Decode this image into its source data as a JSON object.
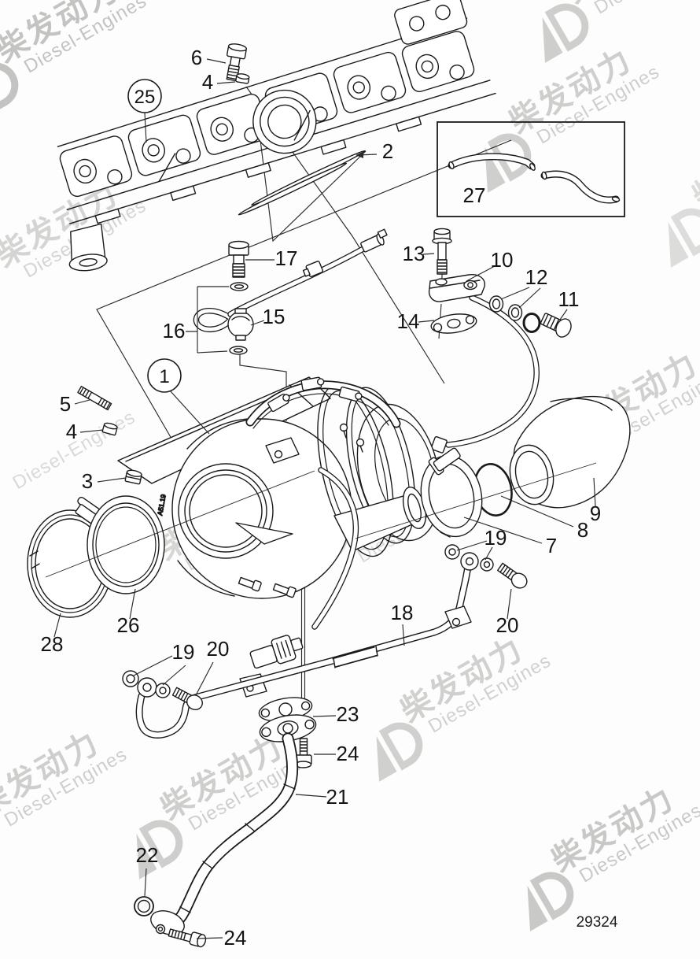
{
  "figure": {
    "part_number": "29324",
    "housing_marking": "A51.19"
  },
  "watermark": {
    "cn": "柴发动力",
    "en": "Diesel-Engines",
    "logo": "D"
  },
  "callouts": [
    {
      "label": "6"
    },
    {
      "label": "4"
    },
    {
      "label": "25"
    },
    {
      "label": "2"
    },
    {
      "label": "27"
    },
    {
      "label": "17"
    },
    {
      "label": "13"
    },
    {
      "label": "10"
    },
    {
      "label": "12"
    },
    {
      "label": "11"
    },
    {
      "label": "16"
    },
    {
      "label": "15"
    },
    {
      "label": "14"
    },
    {
      "label": "1"
    },
    {
      "label": "5"
    },
    {
      "label": "4"
    },
    {
      "label": "3"
    },
    {
      "label": "9"
    },
    {
      "label": "8"
    },
    {
      "label": "7"
    },
    {
      "label": "19"
    },
    {
      "label": "20"
    },
    {
      "label": "18"
    },
    {
      "label": "26"
    },
    {
      "label": "28"
    },
    {
      "label": "19"
    },
    {
      "label": "20"
    },
    {
      "label": "23"
    },
    {
      "label": "24"
    },
    {
      "label": "21"
    },
    {
      "label": "22"
    },
    {
      "label": "24"
    }
  ]
}
